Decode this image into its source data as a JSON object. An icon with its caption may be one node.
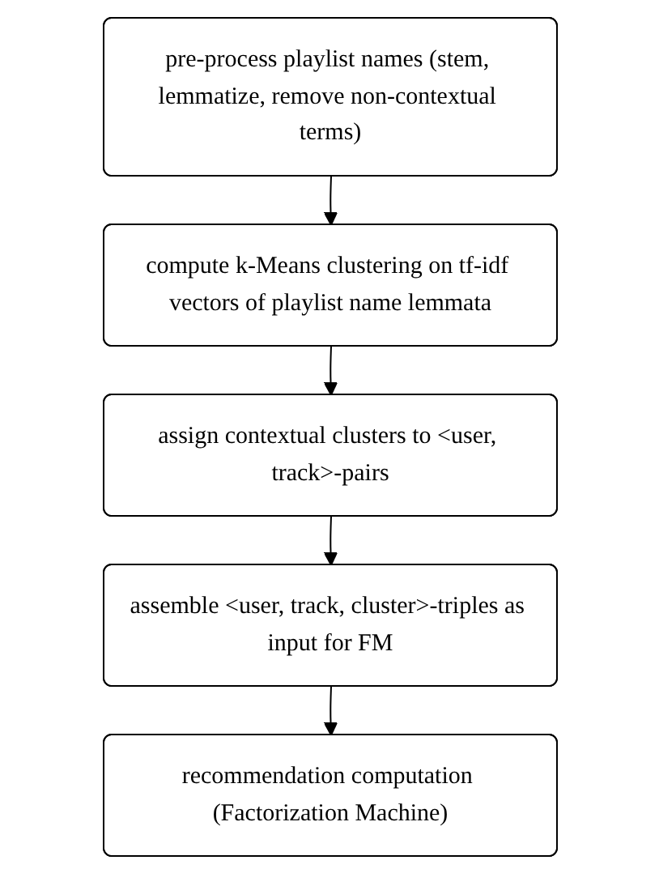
{
  "diagram": {
    "nodes": [
      {
        "text": [
          "pre-process playlist names (stem, lemmatize, remove non-contextual terms)"
        ]
      },
      {
        "text": [
          "compute k-Means clustering on tf-idf vectors of playlist name lemmata"
        ]
      },
      {
        "text": [
          "assign contextual clusters to <user, track>-pairs"
        ]
      },
      {
        "text": [
          "assemble <user, track, cluster>-triples as input for FM"
        ]
      },
      {
        "text": [
          "recommendation computation (Factorization Machine)"
        ]
      }
    ],
    "edges": [
      {
        "from": 0,
        "to": 1,
        "arrow": "to"
      },
      {
        "from": 1,
        "to": 2,
        "arrow": "to"
      },
      {
        "from": 2,
        "to": 3,
        "arrow": "to"
      },
      {
        "from": 3,
        "to": 4,
        "arrow": "to"
      }
    ]
  }
}
